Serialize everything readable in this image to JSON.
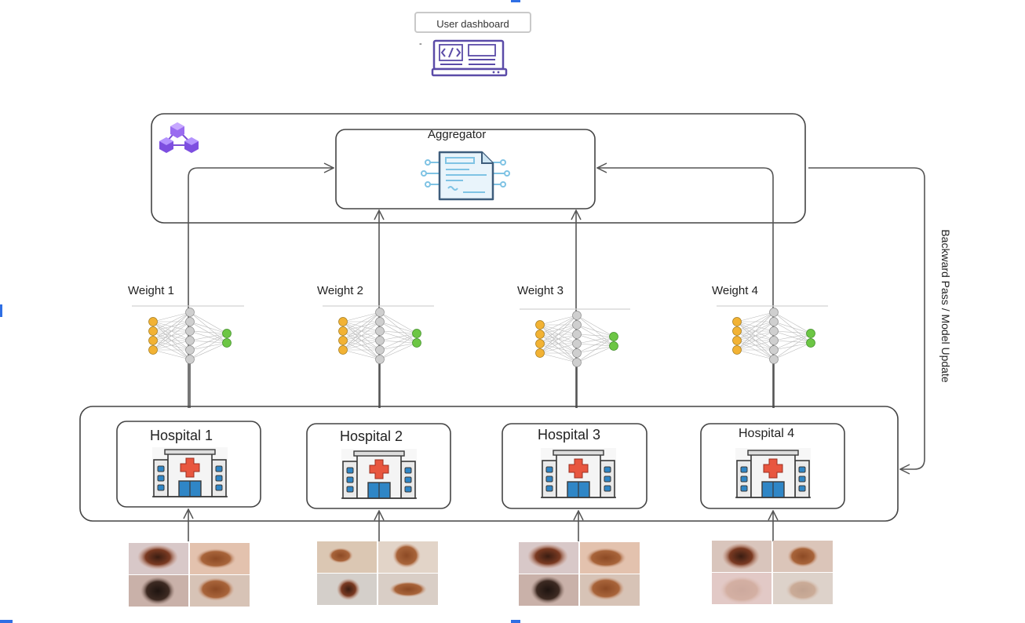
{
  "dashboard": {
    "label": "User dashboard",
    "icon": "code-monitor-icon",
    "mark": "-"
  },
  "server": {
    "icon": "blockchain-cubes-icon"
  },
  "aggregator": {
    "label": "Aggregator",
    "icon": "ai-document-icon"
  },
  "weights": [
    "Weight 1",
    "Weight 2",
    "Weight 3",
    "Weight 4"
  ],
  "hospitals": [
    "Hospital 1",
    "Hospital 2",
    "Hospital 3",
    "Hospital 4"
  ],
  "backward_label": "Backward Pass / Model Update",
  "icons": {
    "neural_network": "neural-network-icon",
    "hospital": "hospital-building-icon",
    "images": "skin-lesion-images"
  },
  "colors": {
    "node_input": "#f2b233",
    "node_hidden": "#cfcfcf",
    "node_output": "#6cc644",
    "icon_purple": "#5b4ba8",
    "icon_blue": "#87c6e6",
    "hospital_red": "#e8563f",
    "hospital_window": "#2f86c6",
    "line": "#555555"
  }
}
